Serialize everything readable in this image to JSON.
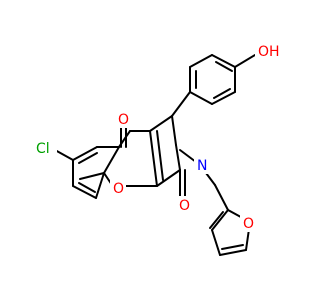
{
  "molecule": {
    "atoms": {
      "hydroxyl": "OH",
      "ketone_oxygen": "O",
      "chlorine": "Cl",
      "ring_oxygen": "O",
      "lactam_nitrogen": "N",
      "lactam_oxygen": "O",
      "furan_oxygen": "O"
    }
  },
  "colors": {
    "background": "#ffffff",
    "bond": "#000000",
    "oxygen": "#ff0000",
    "nitrogen": "#0000ff",
    "chlorine": "#00a000"
  }
}
